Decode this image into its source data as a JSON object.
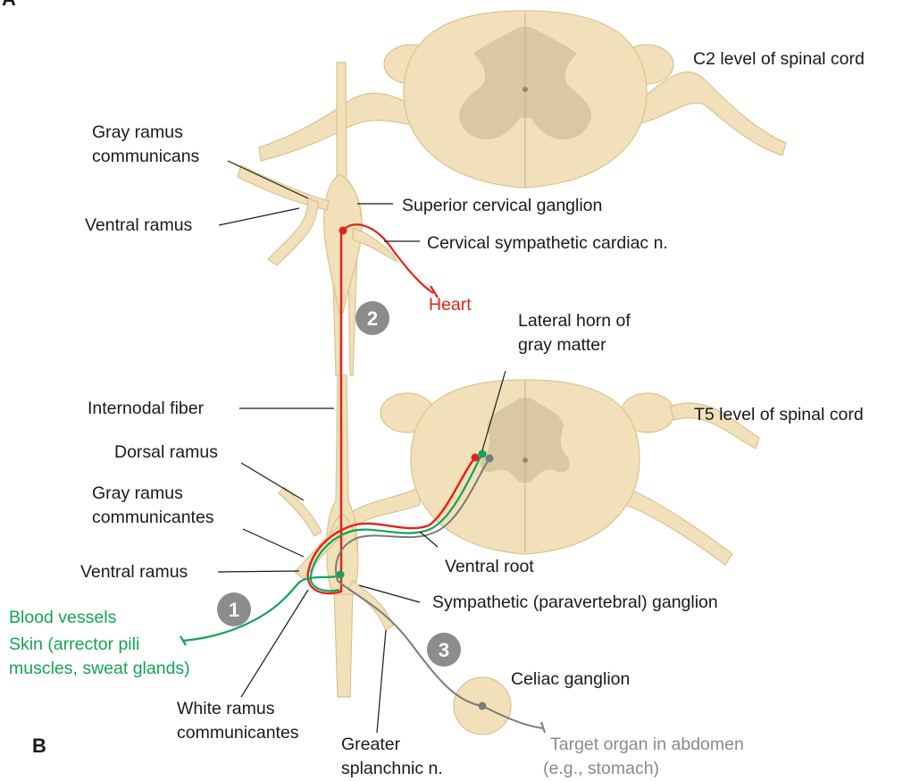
{
  "panel_labels": {
    "top": "A",
    "bottom": "B"
  },
  "labels": {
    "c2_level": "C2 level of spinal cord",
    "gray_ramus_communicans_line1": "Gray ramus",
    "gray_ramus_communicans_line2": "communicans",
    "ventral_ramus_upper": "Ventral ramus",
    "superior_cervical_ganglion": "Superior cervical ganglion",
    "cervical_cardiac_nerve": "Cervical sympathetic cardiac n.",
    "heart": "Heart",
    "lateral_horn_line1": "Lateral horn of",
    "lateral_horn_line2": "gray matter",
    "internodal_fiber": "Internodal fiber",
    "t5_level": "T5 level of spinal cord",
    "dorsal_ramus": "Dorsal ramus",
    "gray_ramus_communicantes_line1": "Gray ramus",
    "gray_ramus_communicantes_line2": "communicantes",
    "ventral_root": "Ventral root",
    "ventral_ramus_lower": "Ventral ramus",
    "sympathetic_ganglion": "Sympathetic (paravertebral) ganglion",
    "blood_vessels": "Blood vessels",
    "skin_line1": "Skin (arrector pili",
    "skin_line2": "muscles, sweat glands)",
    "celiac_ganglion": "Celiac ganglion",
    "white_ramus_line1": "White ramus",
    "white_ramus_line2": "communicantes",
    "greater_splanchnic_line1": "Greater",
    "greater_splanchnic_line2": "splanchnic n.",
    "target_organ_line1": "Target organ in abdomen",
    "target_organ_line2": "(e.g., stomach)"
  },
  "pathways": [
    {
      "number": "1",
      "color": "#13a35a"
    },
    {
      "number": "2",
      "color": "#e2231a"
    },
    {
      "number": "3",
      "color": "#7a7a7a"
    }
  ],
  "colors": {
    "preganglionic_red": "#e2231a",
    "postganglionic_green": "#13a35a",
    "splanchnic_gray": "#7a7a7a",
    "nerve_tissue": "#f1e0b9",
    "gray_matter": "#d9c8a2",
    "badge": "#8c8c8c"
  }
}
